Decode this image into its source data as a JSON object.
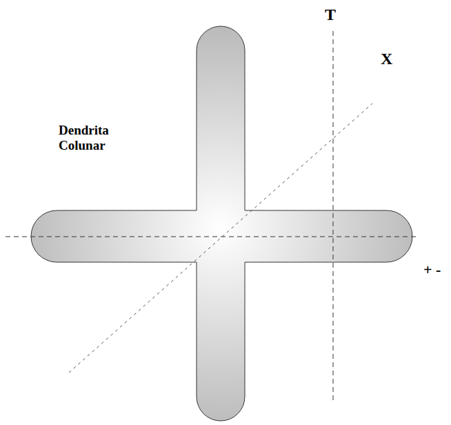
{
  "diagram": {
    "labels": [
      "T",
      "X",
      "Dendrita Colunar",
      "+ -"
    ]
  }
}
